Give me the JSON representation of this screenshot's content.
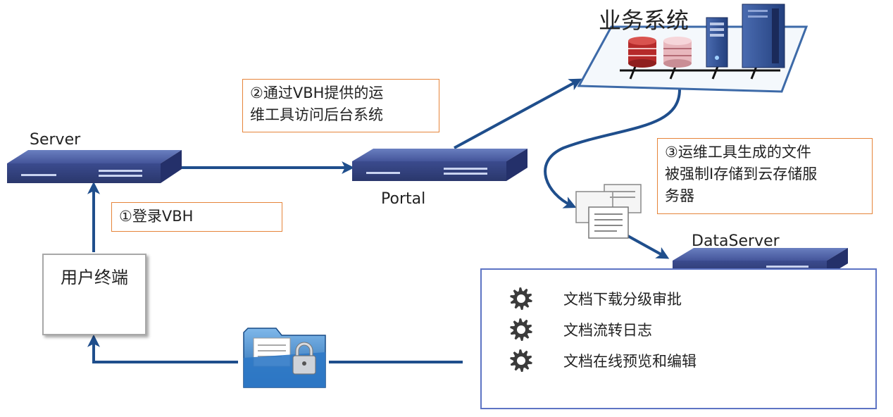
{
  "title": "业务系统",
  "nodes": {
    "server": "Server",
    "portal": "Portal",
    "dataserver": "DataServer",
    "terminal": "用户终端"
  },
  "callouts": {
    "step1": "①登录VBH",
    "step2_line1": "②通过VBH提供的运",
    "step2_line2": "维工具访问后台系统",
    "step3_line1": "③运维工具生成的文件",
    "step3_line2": "被强制I存储到云存储服",
    "step3_line3": "务器"
  },
  "features": [
    "文档下载分级审批",
    "文档流转日志",
    "文档在线预览和编辑"
  ],
  "colors": {
    "arrow": "#1f4e8c",
    "callout_border": "#e6843a",
    "feature_border": "#5d74c4",
    "device": "#3a4a8a",
    "db_red": "#c0392b"
  },
  "icons": {
    "server_device": "rack-switch-icon",
    "database": "database-icon",
    "tower": "server-tower-icon",
    "documents": "documents-icon",
    "folder": "secure-folder-icon",
    "user": "user-computer-icon",
    "gear": "gear-icon"
  }
}
